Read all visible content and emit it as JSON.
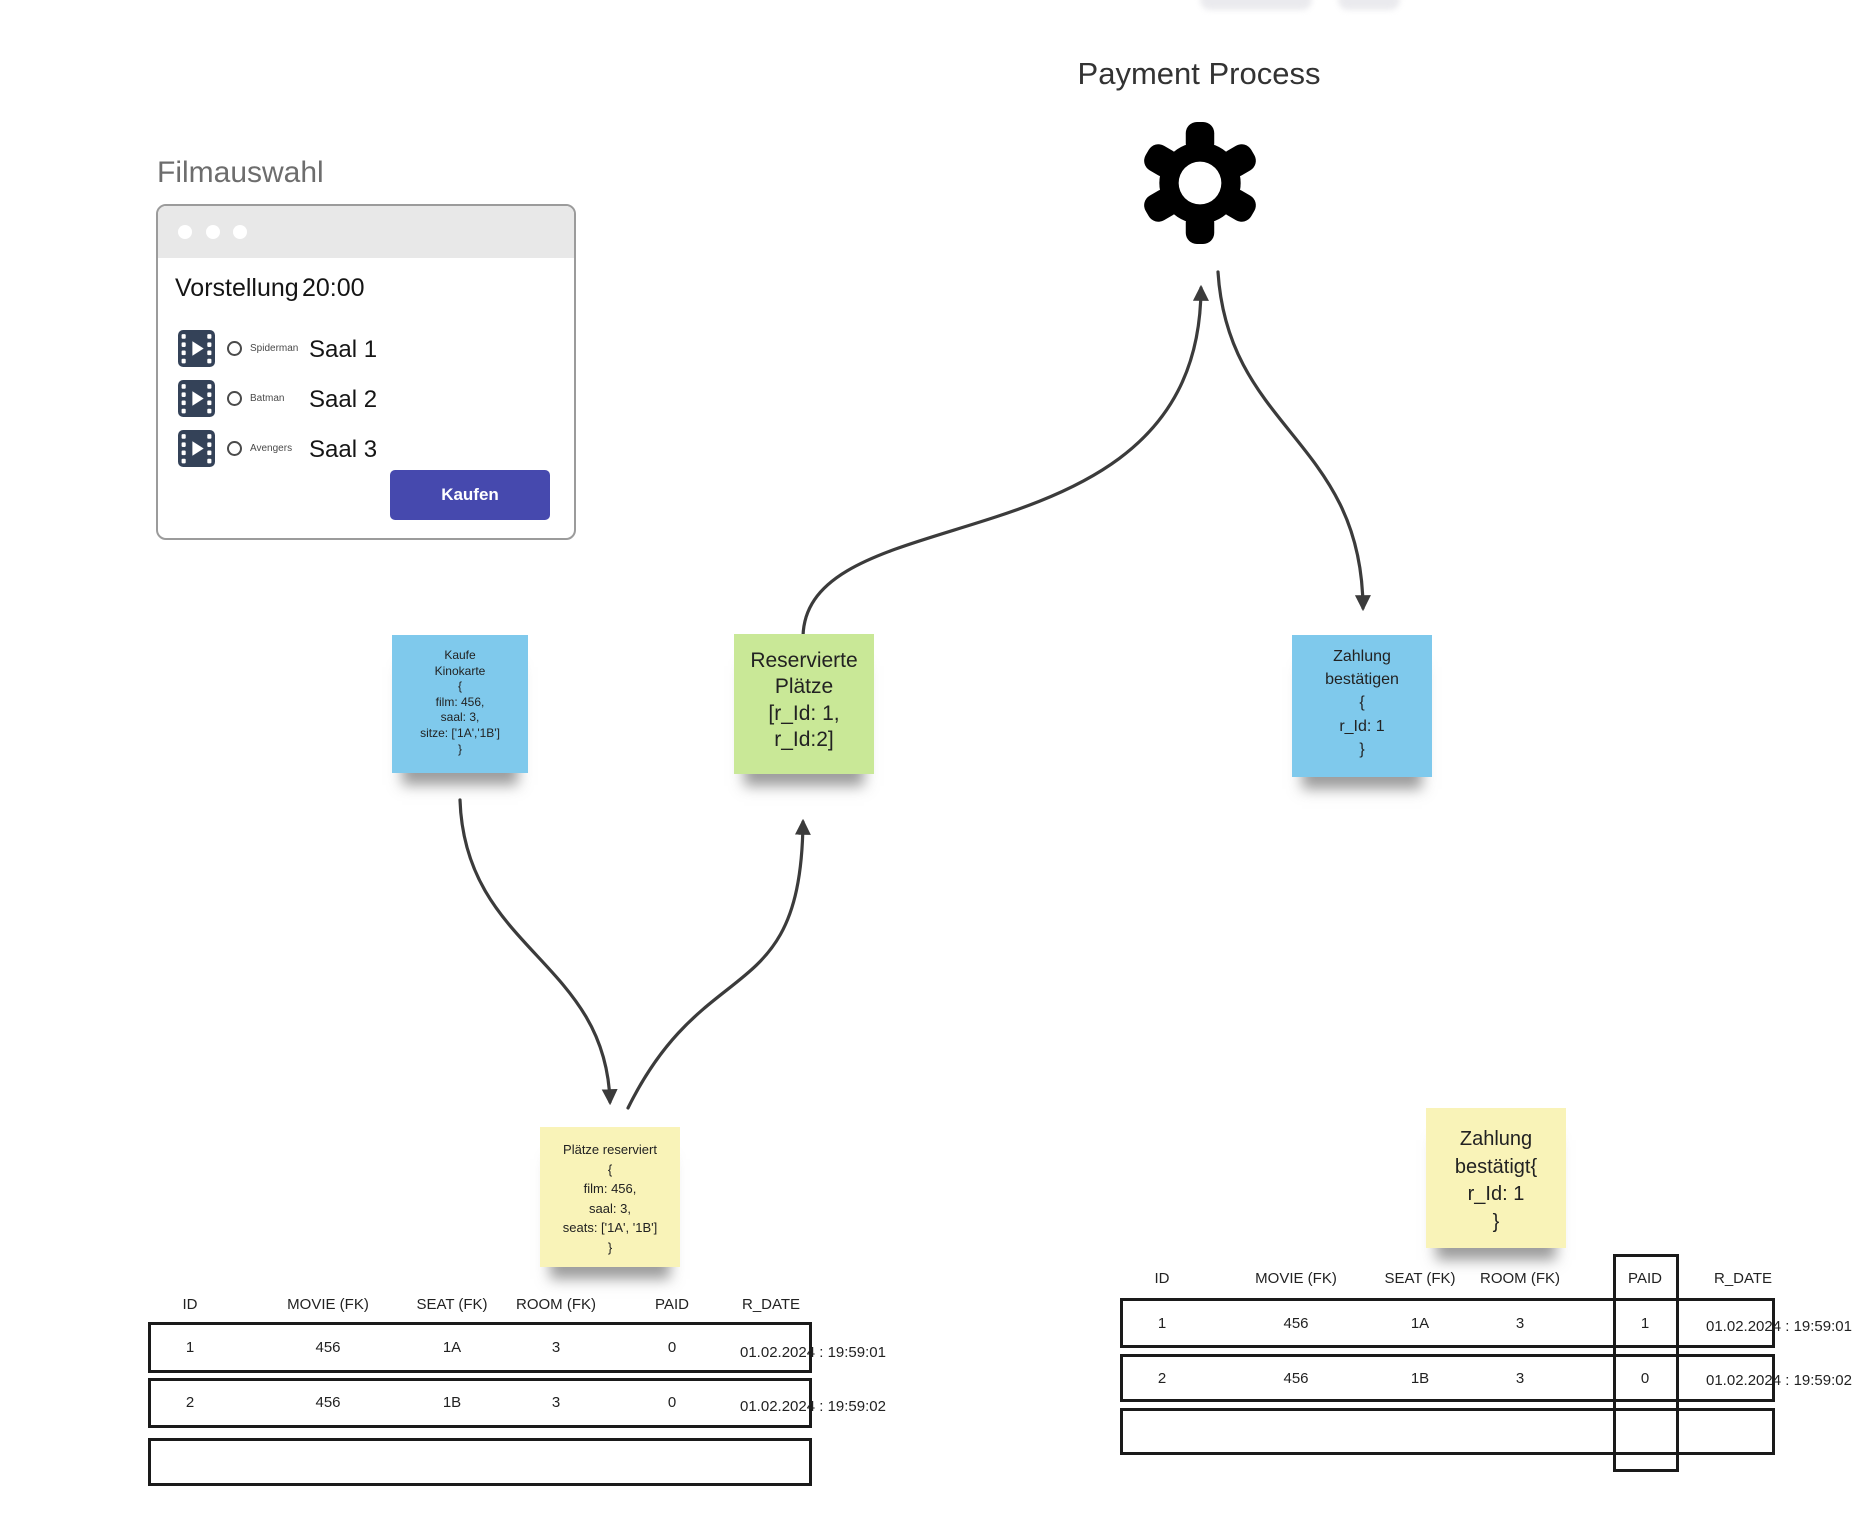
{
  "page": {
    "title": "Payment Process",
    "film_selection_label": "Filmauswahl"
  },
  "colors": {
    "note_blue": "#7fc9ec",
    "note_green": "#c9e897",
    "note_yellow": "#f9f3b8",
    "buy_button": "#4649ae",
    "arrow": "#3b3b3b"
  },
  "browser_window": {
    "showing_label": "Vorstellung",
    "showing_time": "20:00",
    "movies": [
      {
        "name": "Spiderman",
        "room": "Saal 1"
      },
      {
        "name": "Batman",
        "room": "Saal 2"
      },
      {
        "name": "Avengers",
        "room": "Saal 3"
      }
    ],
    "buy_button_label": "Kaufen"
  },
  "notes": {
    "buy_ticket": {
      "lines": [
        "Kaufe",
        "Kinokarte",
        "{",
        "film: 456,",
        "saal: 3,",
        "sitze: ['1A','1B']",
        "}"
      ]
    },
    "reserved_seats": {
      "lines": [
        "Reservierte",
        "Plätze",
        "[r_Id: 1,",
        "r_Id:2]"
      ]
    },
    "confirm_payment": {
      "lines": [
        "Zahlung",
        "bestätigen",
        "{",
        "r_Id: 1",
        "}"
      ]
    },
    "seats_reserved": {
      "lines": [
        "Plätze reserviert",
        "{",
        "film: 456,",
        "saal: 3,",
        "seats: ['1A', '1B']",
        "}"
      ]
    },
    "payment_confirmed": {
      "lines": [
        "Zahlung",
        "bestätigt{",
        "r_Id: 1",
        "}"
      ]
    }
  },
  "reservation_table": {
    "headers": [
      "ID",
      "MOVIE (FK)",
      "SEAT (FK)",
      "ROOM (FK)",
      "PAID",
      "R_DATE"
    ],
    "rows": [
      [
        "1",
        "456",
        "1A",
        "3",
        "0",
        "01.02.2024 : 19:59:01"
      ],
      [
        "2",
        "456",
        "1B",
        "3",
        "0",
        "01.02.2024 : 19:59:02"
      ]
    ]
  },
  "payment_table": {
    "headers": [
      "ID",
      "MOVIE (FK)",
      "SEAT (FK)",
      "ROOM (FK)",
      "PAID",
      "R_DATE"
    ],
    "rows": [
      [
        "1",
        "456",
        "1A",
        "3",
        "1",
        "01.02.2024 : 19:59:01"
      ],
      [
        "2",
        "456",
        "1B",
        "3",
        "0",
        "01.02.2024 : 19:59:02"
      ]
    ]
  }
}
